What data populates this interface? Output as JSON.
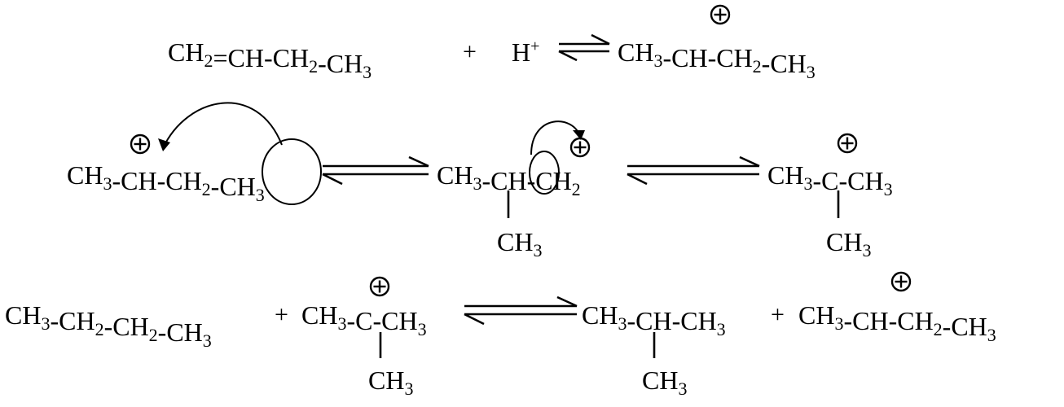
{
  "reactions": {
    "r1": {
      "reactant_1": "CH2=CH-CH2-CH3",
      "plus": "+",
      "reactant_2": "H+",
      "product": "CH3-CH-CH2-CH3"
    },
    "r2": {
      "left": "CH3-CH-CH2-CH3",
      "middle": "CH3-CH-CH2",
      "middle_branch": "CH3",
      "right": "CH3-C-CH3",
      "right_branch": "CH3"
    },
    "r3": {
      "reactant_1": "CH3-CH2-CH2-CH3",
      "plus_1": "+",
      "reactant_2": "CH3-C-CH3",
      "reactant_2_branch": "CH3",
      "product_1": "CH3-CH-CH3",
      "product_1_branch": "CH3",
      "plus_2": "+",
      "product_2": "CH3-CH-CH2-CH3"
    }
  }
}
